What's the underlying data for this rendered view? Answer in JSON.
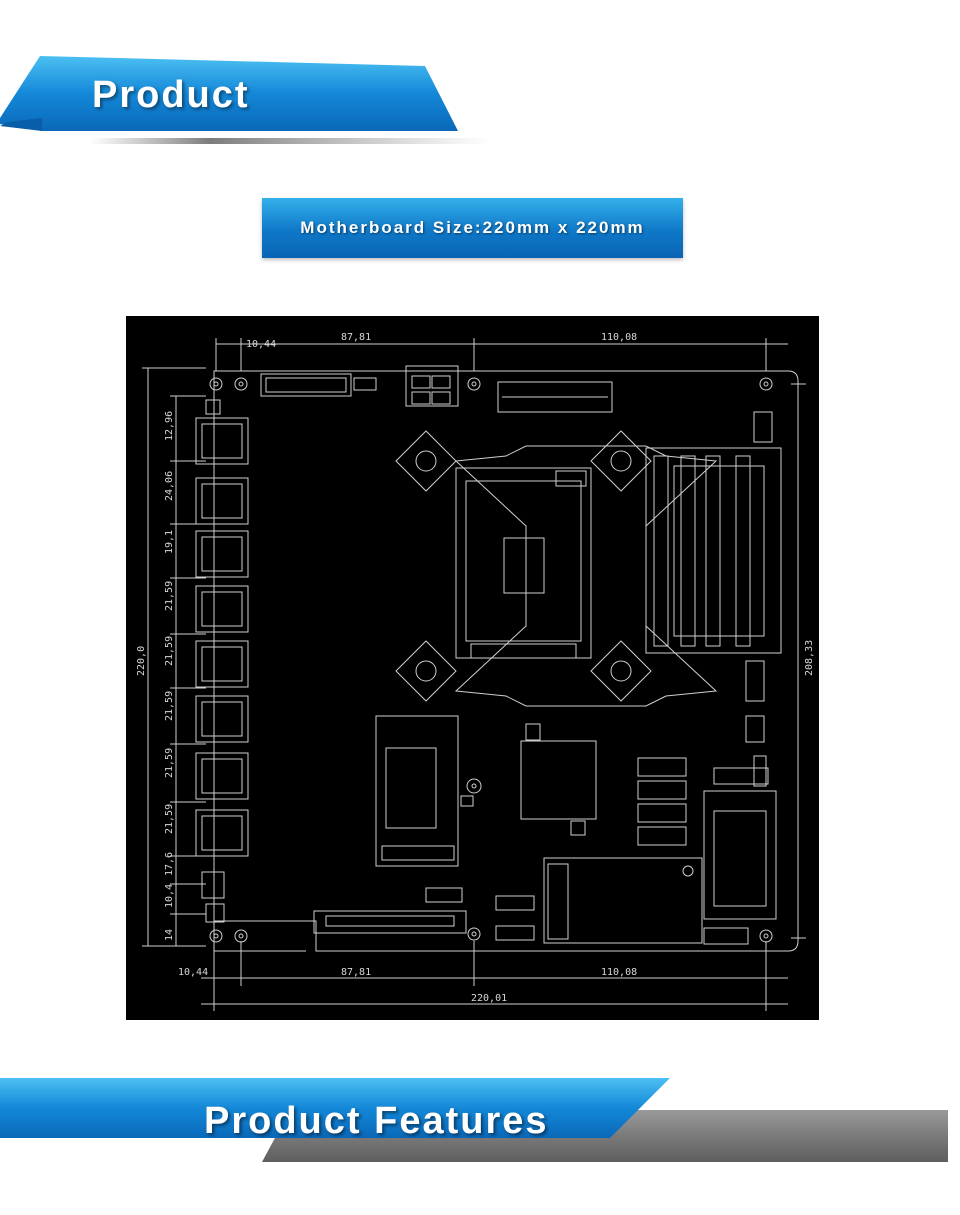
{
  "header": {
    "title": "Product"
  },
  "size_badge": {
    "text": "Motherboard Size:220mm x 220mm"
  },
  "drawing": {
    "dimensions": {
      "top_left_offset": "10,44",
      "top_mid": "87,81",
      "top_right": "110,08",
      "bottom_left_offset": "10,44",
      "bottom_mid": "87,81",
      "bottom_right": "110,08",
      "total_width": "220,01",
      "total_height": "220,0",
      "right_height": "208,33",
      "left_stack": [
        "12,96",
        "24,06",
        "19,1",
        "21,59",
        "21,59",
        "21,59",
        "21,59",
        "21,59",
        "17,6",
        "10,4",
        "14"
      ]
    },
    "colors": {
      "background": "#000000",
      "lines": "#d0d0d0"
    }
  },
  "footer": {
    "title": "Product Features"
  },
  "colors": {
    "accent_blue": "#1385d6",
    "gray_bar": "#7d7d7d"
  }
}
